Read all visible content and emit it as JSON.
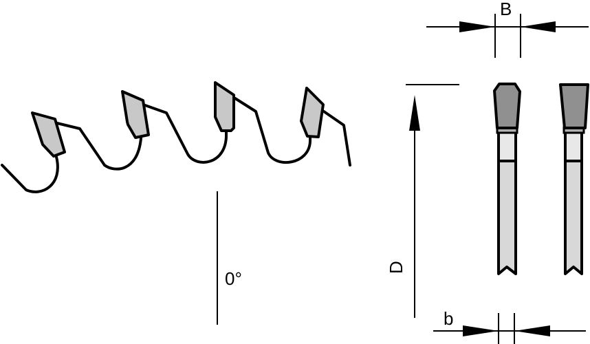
{
  "labels": {
    "kerf_width": "B",
    "blade_thickness": "b",
    "diameter": "D",
    "hook_angle": "0°"
  },
  "colors": {
    "tooth_side": "#c8c8c8",
    "carbide_tip": "#909090",
    "body_upper": "#e8e8e8",
    "body_lower": "#d8d8d8"
  }
}
